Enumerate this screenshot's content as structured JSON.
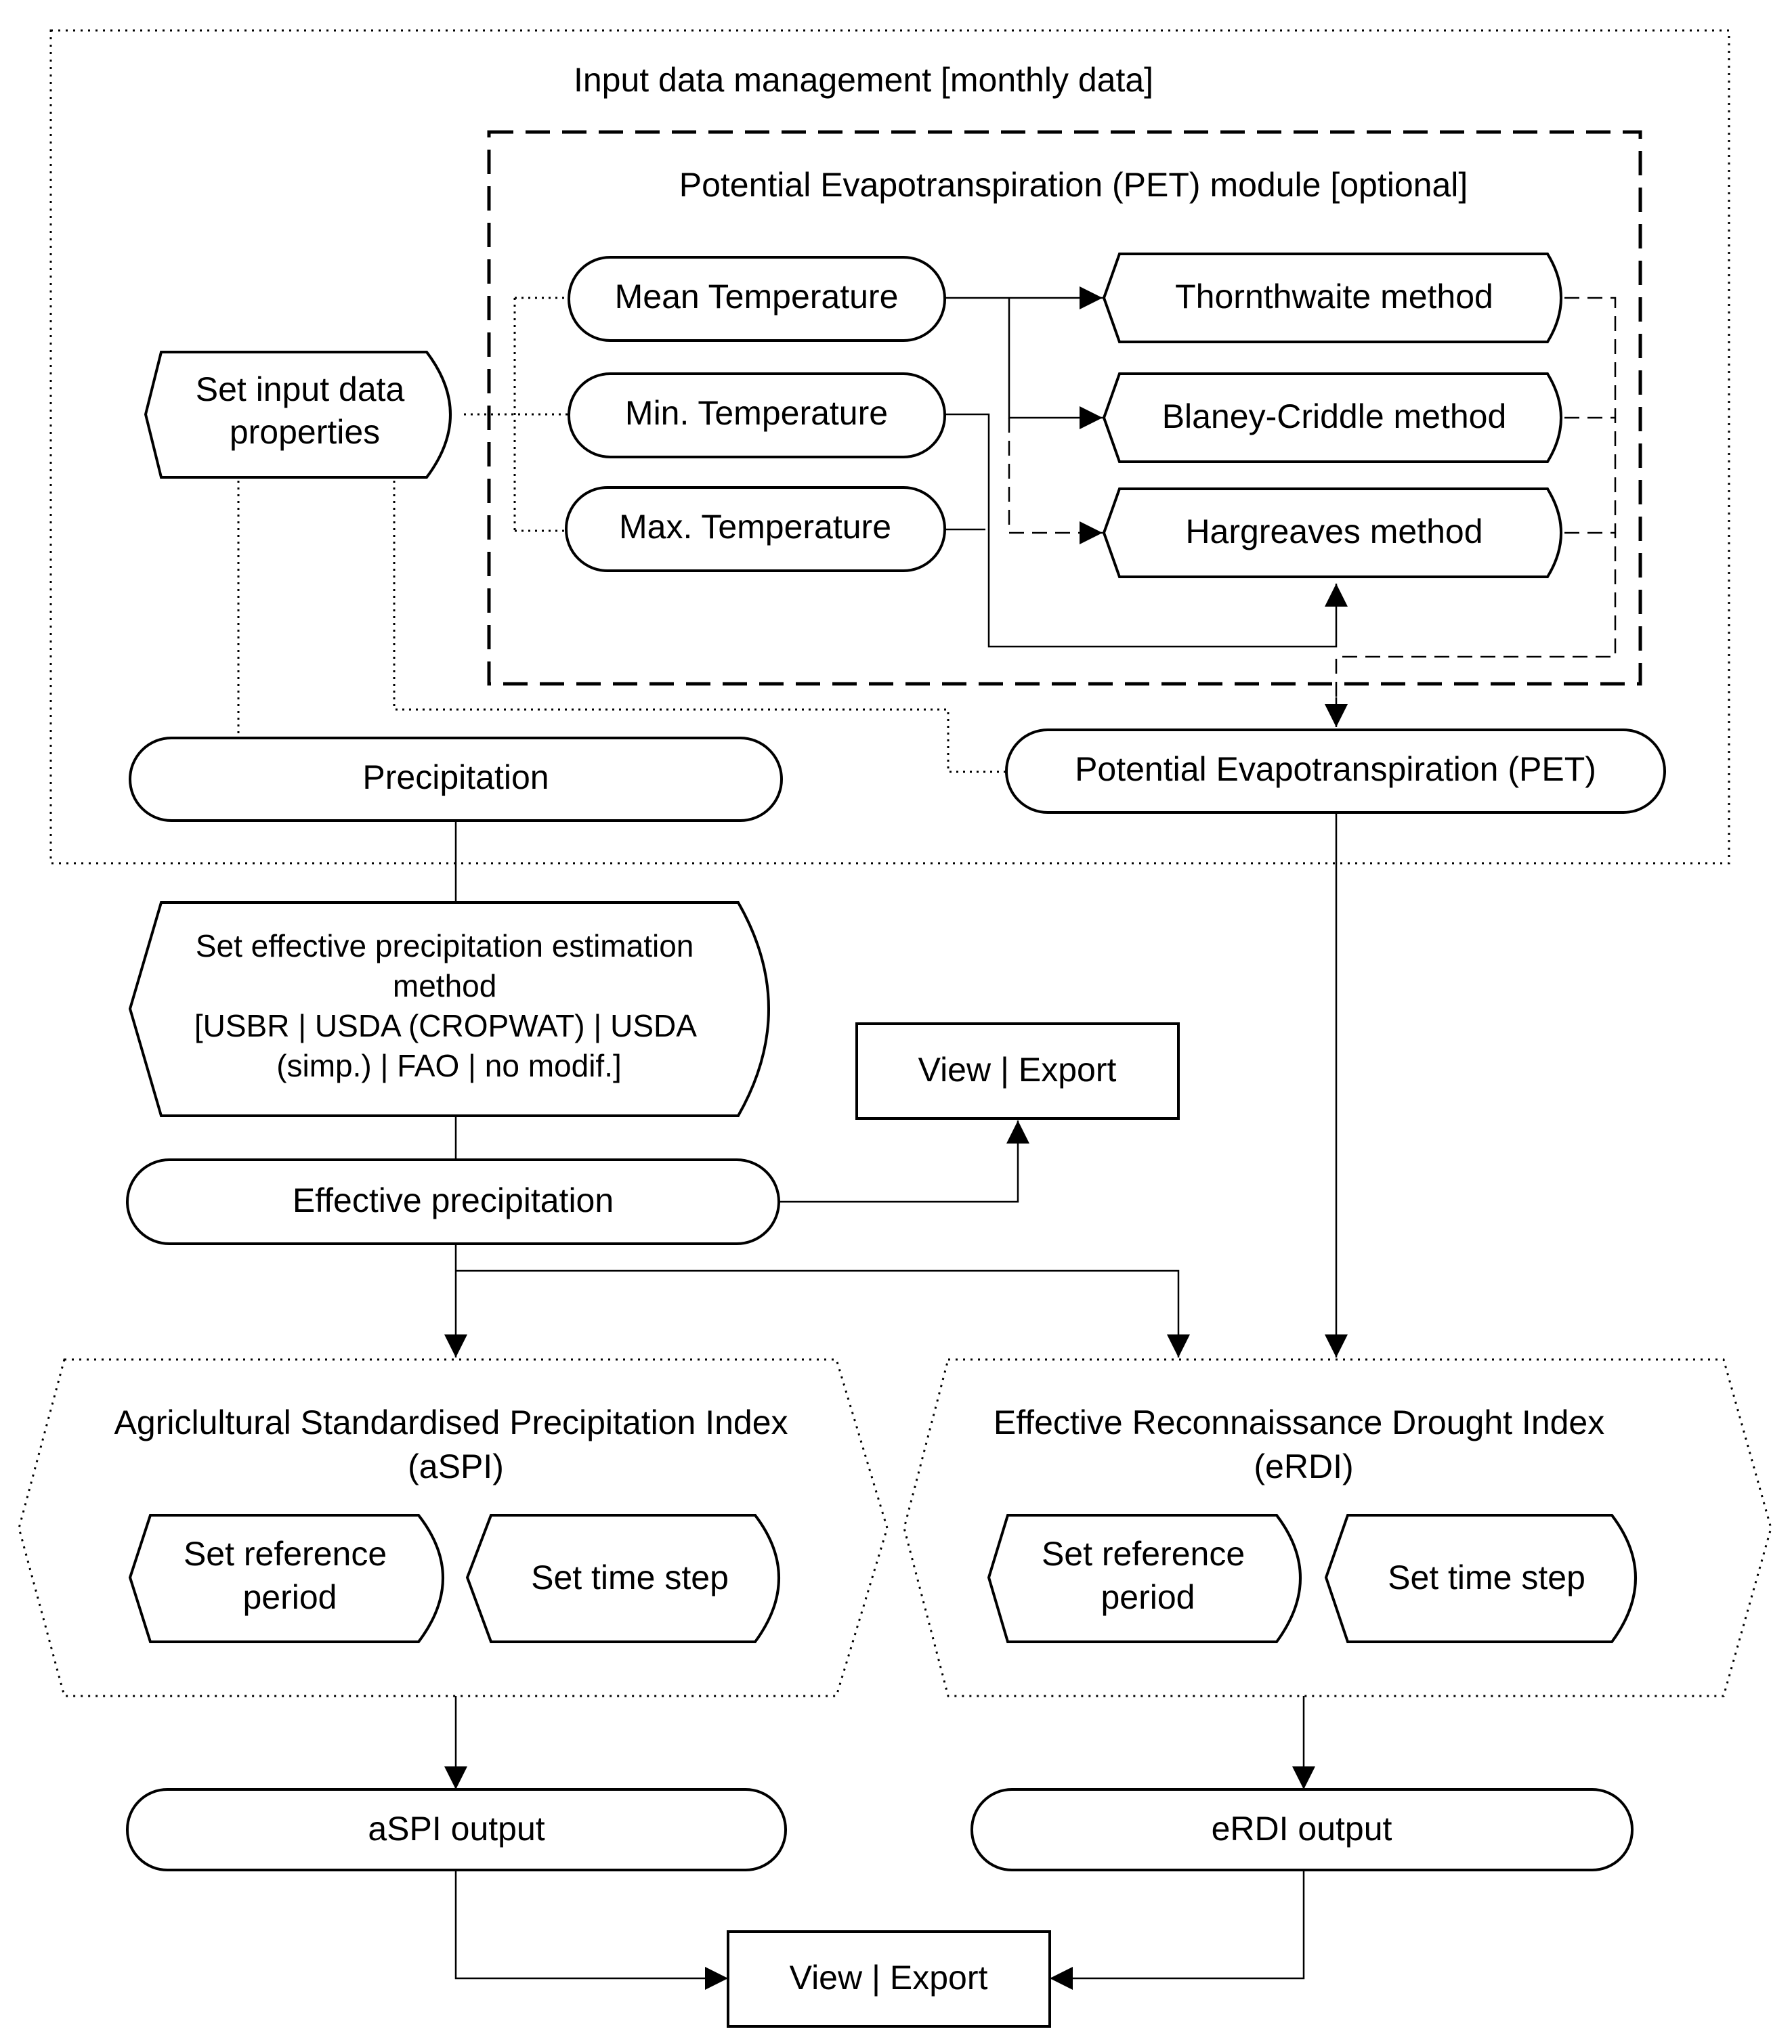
{
  "groups": {
    "input_management": "Input data management [monthly data]",
    "pet_module": "Potential Evapotranspiration (PET) module [optional]",
    "aspi_group": [
      "Agriclultural Standardised Precipitation Index",
      "(aSPI)"
    ],
    "erdi_group": [
      "Effective Reconnaissance Drought Index",
      "(eRDI)"
    ]
  },
  "nodes": {
    "set_input": [
      "Set input data",
      "properties"
    ],
    "mean_temp": "Mean Temperature",
    "min_temp": "Min. Temperature",
    "max_temp": "Max. Temperature",
    "thornthwaite": "Thornthwaite method",
    "blaney": "Blaney-Criddle method",
    "hargreaves": "Hargreaves method",
    "precipitation": "Precipitation",
    "pet": "Potential Evapotranspiration (PET)",
    "eff_method": [
      "Set effective precipitation estimation",
      "method",
      "[USBR | USDA (CROPWAT) | USDA",
      "(simp.) | FAO | no modif.]"
    ],
    "view_export_1": "View | Export",
    "eff_precip": "Effective precipitation",
    "aspi_ref": [
      "Set reference",
      "period"
    ],
    "aspi_step": "Set time step",
    "erdi_ref": [
      "Set reference",
      "period"
    ],
    "erdi_step": "Set time step",
    "aspi_out": "aSPI output",
    "erdi_out": "eRDI output",
    "view_export_2": "View | Export"
  }
}
